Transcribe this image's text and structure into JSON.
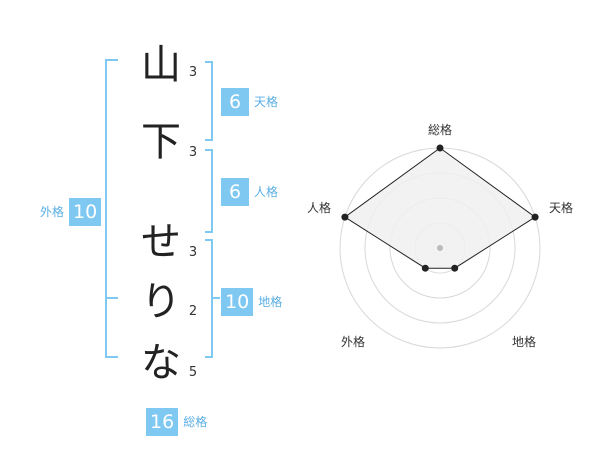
{
  "name": {
    "characters": [
      {
        "char": "山",
        "strokes": "3"
      },
      {
        "char": "下",
        "strokes": "3"
      },
      {
        "char": "せ",
        "strokes": "3"
      },
      {
        "char": "り",
        "strokes": "2"
      },
      {
        "char": "な",
        "strokes": "5"
      }
    ]
  },
  "fortune": {
    "tenkaku": {
      "value": "6",
      "label": "天格"
    },
    "jinkaku": {
      "value": "6",
      "label": "人格"
    },
    "chikaku": {
      "value": "10",
      "label": "地格"
    },
    "gaikaku": {
      "value": "10",
      "label": "外格"
    },
    "soukaku": {
      "value": "16",
      "label": "総格"
    }
  },
  "radar": {
    "axes": [
      "総格",
      "天格",
      "地格",
      "外格",
      "人格"
    ],
    "levels": 4,
    "max": 4,
    "values": [
      4,
      4,
      1,
      1,
      4
    ],
    "colors": {
      "fill": "#f0f0f0",
      "line": "#222222",
      "ring": "#d8d8d8",
      "center": "#bbbbbb"
    }
  },
  "colors": {
    "bracket": "#7ec8f2",
    "badge": "#7ec8f2",
    "badge_label": "#5aaee3"
  }
}
